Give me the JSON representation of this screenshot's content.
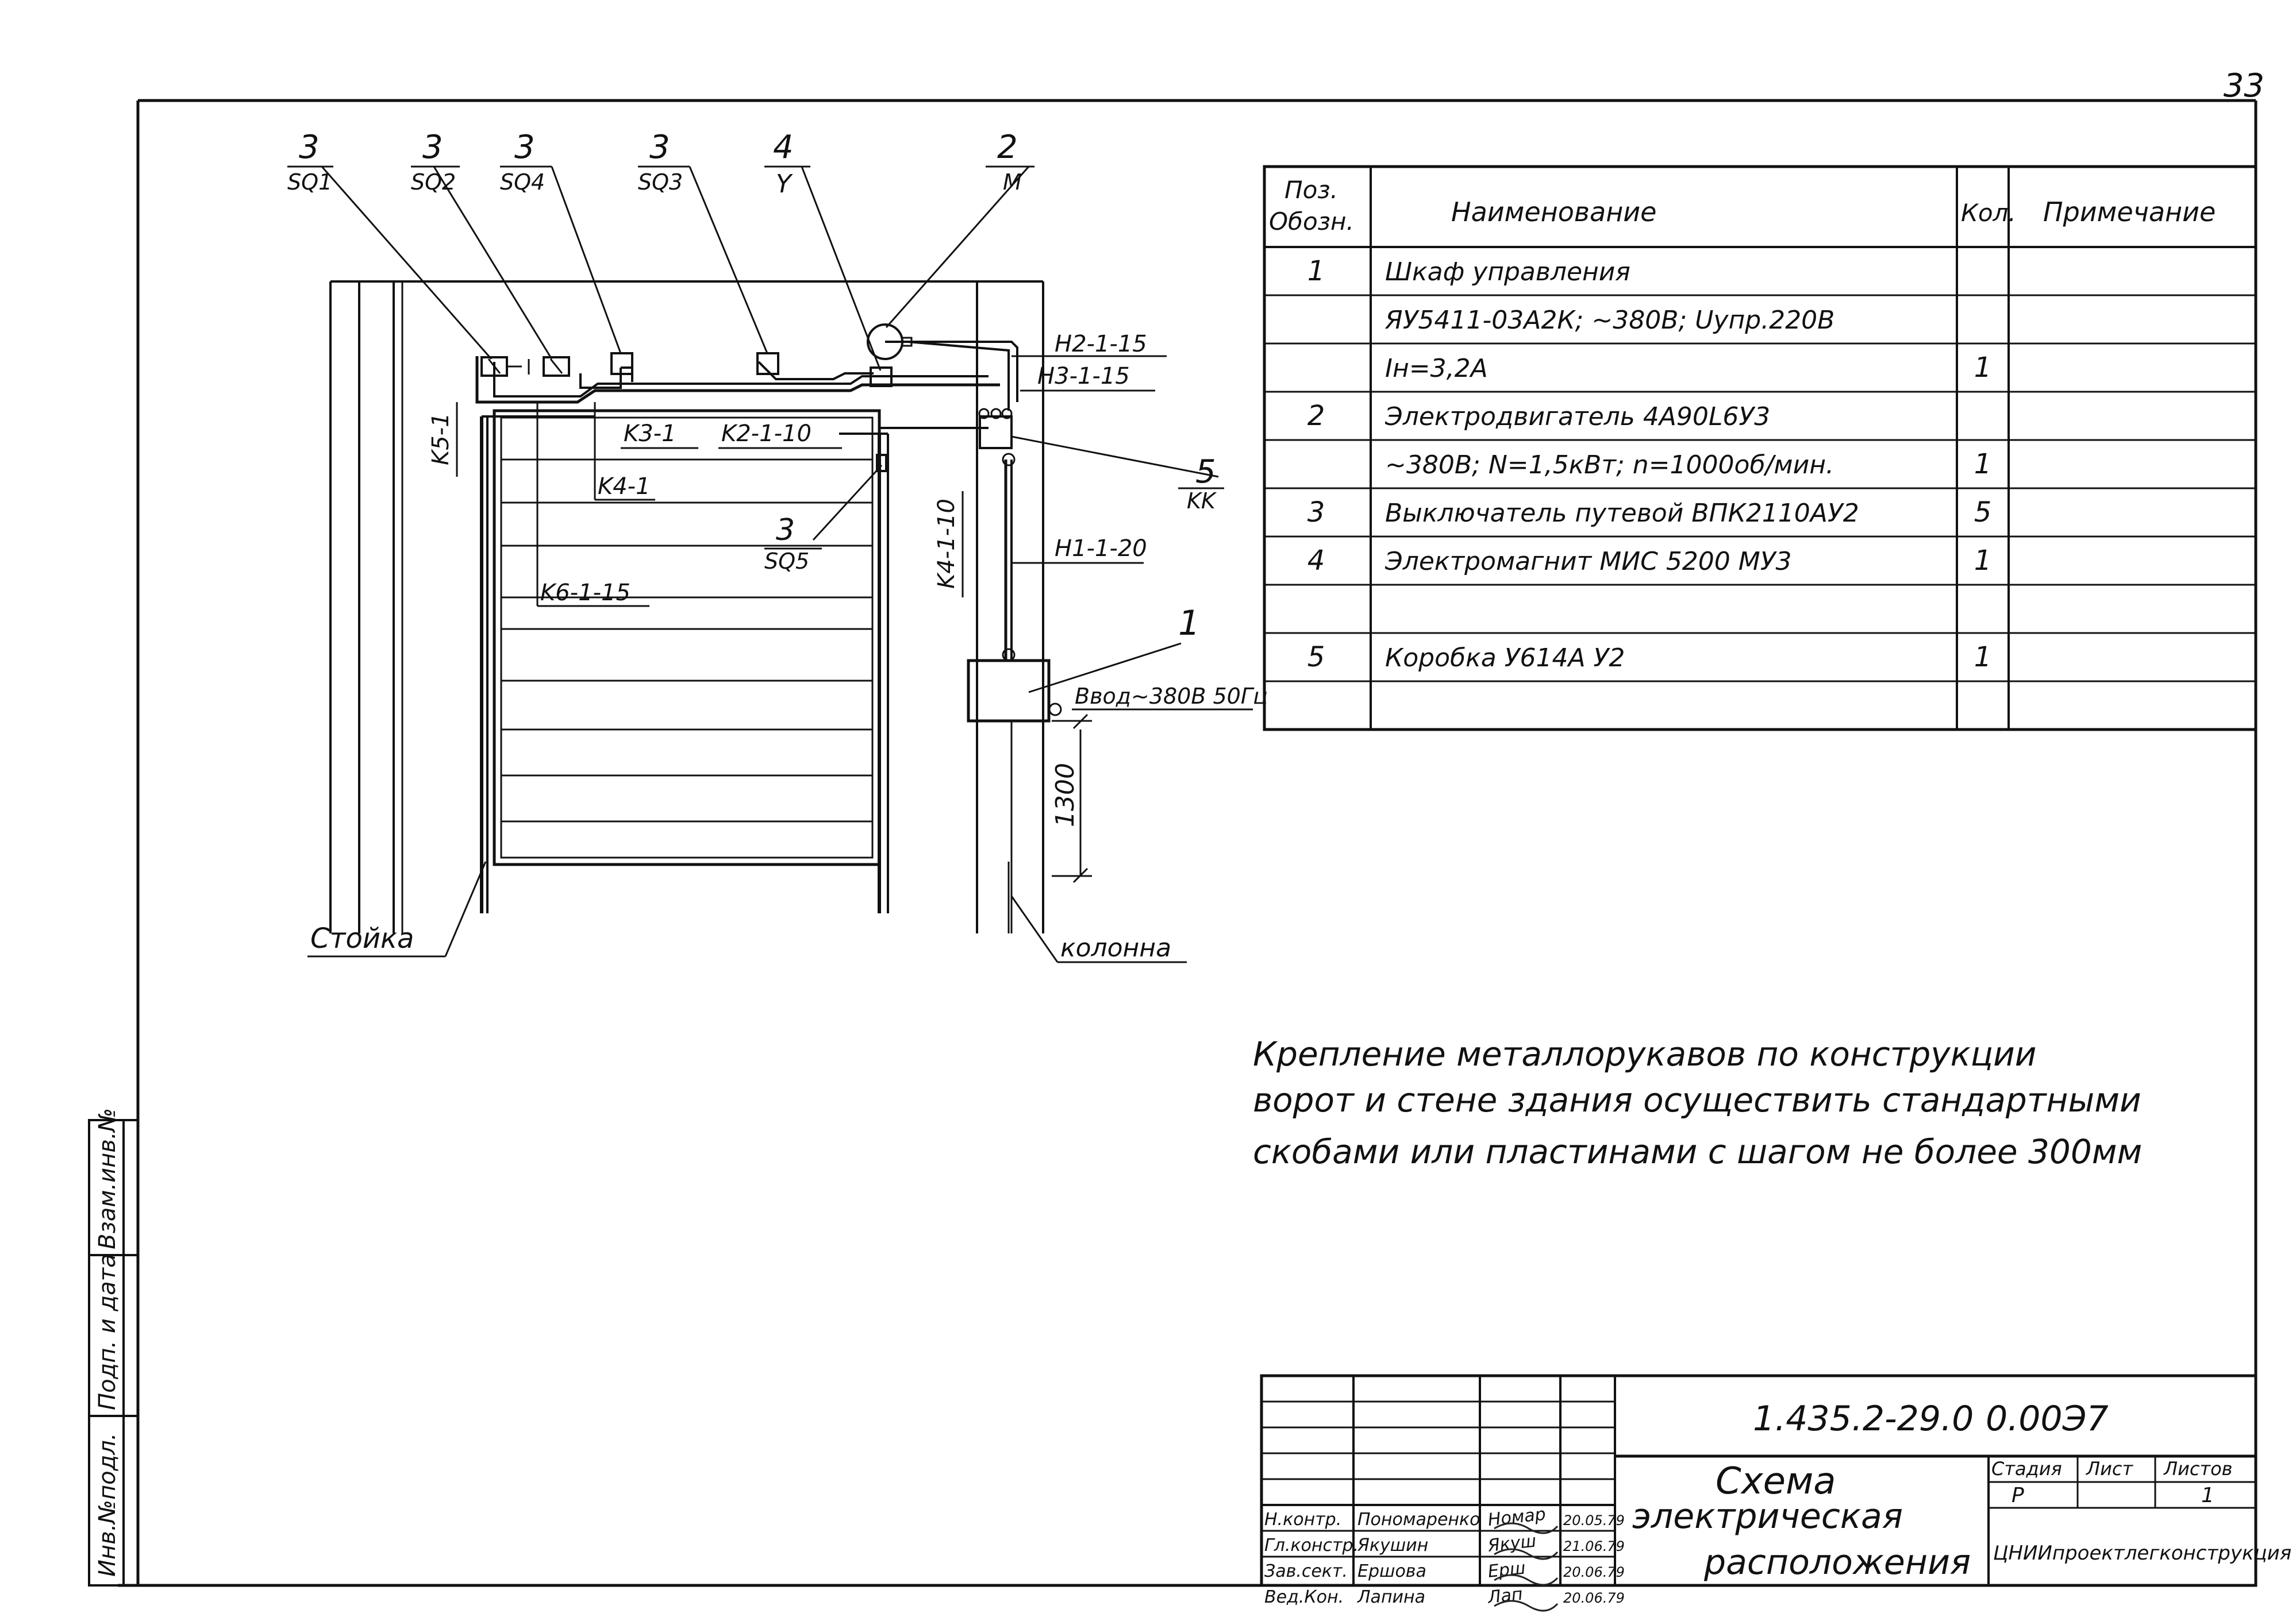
{
  "page_number": "33",
  "diagram": {
    "labels_top": [
      {
        "num": "3",
        "sub": "SQ1"
      },
      {
        "num": "3",
        "sub": "SQ2"
      },
      {
        "num": "3",
        "sub": "SQ4"
      },
      {
        "num": "3",
        "sub": "SQ3"
      },
      {
        "num": "4",
        "sub": "Y"
      },
      {
        "num": "2",
        "sub": "M"
      }
    ],
    "sq5": {
      "num": "3",
      "sub": "SQ5"
    },
    "kk": {
      "num": "5",
      "sub": "KK"
    },
    "cabinet_marker": "1",
    "cables": {
      "k5": "K5-1",
      "k3": "K3-1",
      "k2": "K2-1-10",
      "k4": "K4-1",
      "k6": "K6-1-15",
      "k4v": "K4-1-10",
      "h2": "H2-1-15",
      "h3": "H3-1-15",
      "h1": "H1-1-20"
    },
    "input": "Ввод~380В 50Гц",
    "height_dim": "1300",
    "post_label": "Стойка",
    "column_label": "колонна"
  },
  "spec_table": {
    "headers": [
      "Поз. Обозн.",
      "Наименование",
      "Кол.",
      "Примечание"
    ],
    "rows": [
      {
        "pos": "1",
        "name": "Шкаф управления",
        "qty": "",
        "note": ""
      },
      {
        "pos": "",
        "name": "ЯУ5411-03А2К; ~380В; Uупр.220В",
        "qty": "",
        "note": ""
      },
      {
        "pos": "",
        "name": "Iн=3,2А",
        "qty": "1",
        "note": ""
      },
      {
        "pos": "2",
        "name": "Электродвигатель 4А90L6У3",
        "qty": "",
        "note": ""
      },
      {
        "pos": "",
        "name": "~380В; N=1,5кВт; n=1000об/мин.",
        "qty": "1",
        "note": ""
      },
      {
        "pos": "3",
        "name": "Выключатель путевой ВПК2110АУ2",
        "qty": "5",
        "note": ""
      },
      {
        "pos": "4",
        "name": "Электромагнит МИС 5200 МУ3",
        "qty": "1",
        "note": ""
      },
      {
        "pos": "",
        "name": "",
        "qty": "",
        "note": ""
      },
      {
        "pos": "5",
        "name": "Коробка У614А У2",
        "qty": "1",
        "note": ""
      },
      {
        "pos": "",
        "name": "",
        "qty": "",
        "note": ""
      }
    ]
  },
  "note_lines": [
    "Крепление металлорукавов по конструкции",
    "ворот и стене здания осуществить стандартными",
    "скобами или пластинами с шагом не более 300мм"
  ],
  "side_stamp": [
    "Инв.№подл.",
    "Подп. и дата",
    "Взам.инв.№"
  ],
  "title_block": {
    "doc_code": "1.435.2-29.0",
    "doc_num": "0.00Э7",
    "title_lines": [
      "Схема",
      "электрическая",
      "расположения"
    ],
    "signers": [
      {
        "role": "Н.контр.",
        "name": "Пономаренко",
        "sig": "Номар",
        "date": "20.05.79"
      },
      {
        "role": "Гл.констр.",
        "name": "Якушин",
        "sig": "Якуш",
        "date": "21.06.79"
      },
      {
        "role": "Зав.сект.",
        "name": "Ершова",
        "sig": "Ерш",
        "date": "20.06.79"
      },
      {
        "role": "Вед.Кон.",
        "name": "Лапина",
        "sig": "Лап",
        "date": "20.06.79"
      }
    ],
    "stage_label": "Стадия",
    "sheet_label": "Лист",
    "sheets_label": "Листов",
    "stage": "Р",
    "sheet": "",
    "sheets": "1",
    "org": "ЦНИИпроектлегконструкция"
  }
}
